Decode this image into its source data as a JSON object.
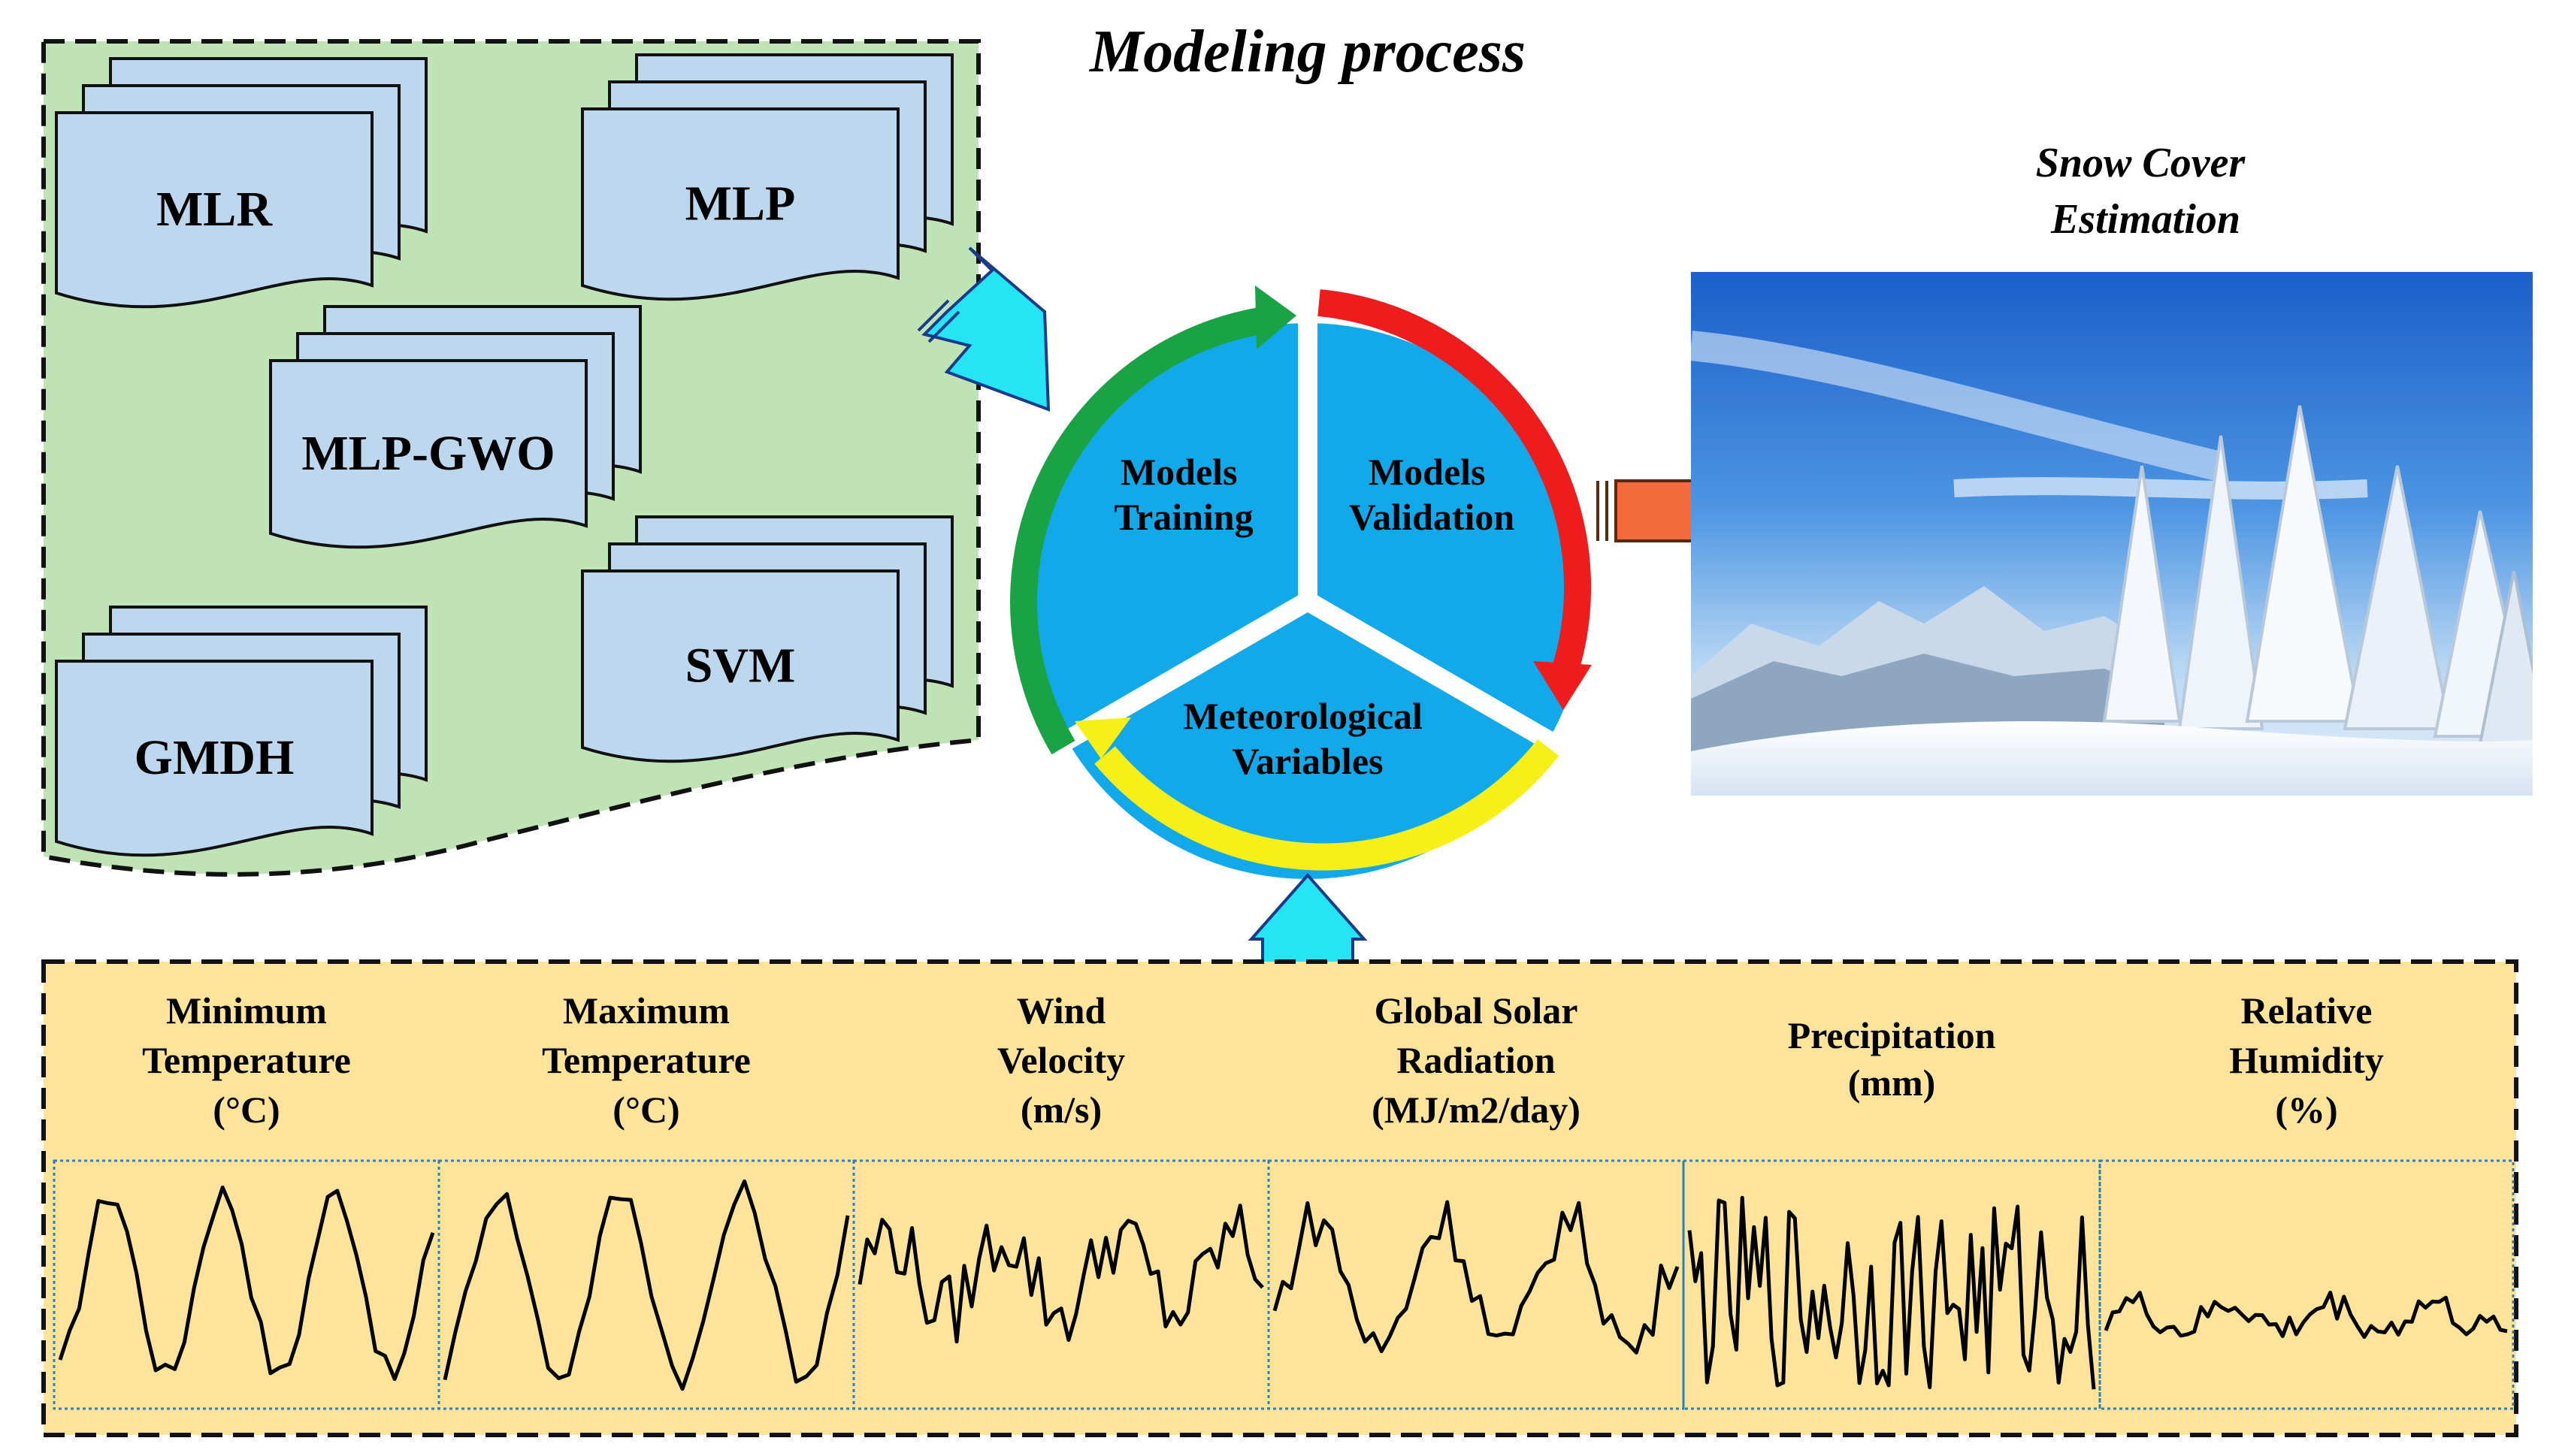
{
  "title": "Modeling process",
  "output": {
    "label_line1": "Snow Cover",
    "label_line2": "Estimation",
    "image_icon": "snowy-winter-landscape-photo"
  },
  "models": [
    {
      "label": "MLR"
    },
    {
      "label": "MLP"
    },
    {
      "label": "MLP-GWO"
    },
    {
      "label": "GMDH"
    },
    {
      "label": "SVM"
    }
  ],
  "cycle": {
    "training_line1": "Models",
    "training_line2": "Training",
    "validation_line1": "Models",
    "validation_line2": "Validation",
    "meteo_line1": "Meteorological",
    "meteo_line2": "Variables"
  },
  "variables": [
    {
      "line1": "Minimum",
      "line2": "Temperature",
      "line3": "(°C)"
    },
    {
      "line1": "Maximum",
      "line2": "Temperature",
      "line3": "(°C)"
    },
    {
      "line1": "Wind",
      "line2": "Velocity",
      "line3": "(m/s)"
    },
    {
      "line1": "Global Solar",
      "line2": "Radiation",
      "line3": "(MJ/m2/day)"
    },
    {
      "line1": "Precipitation",
      "line2": "(mm)",
      "line3": ""
    },
    {
      "line1": "Relative",
      "line2": "Humidity",
      "line3": "(%)"
    }
  ],
  "colors": {
    "models_panel": "#bfe3b4",
    "doc_fill": "#bcd7ee",
    "variables_panel": "#fde49a",
    "cycle_fill": "#12a9ea",
    "arc_training": "#1aa345",
    "arc_validation": "#ee1c1c",
    "arc_meteo": "#f7f018",
    "arrow_cyan": "#25e5f5",
    "arrow_orange": "#f36a3c"
  }
}
